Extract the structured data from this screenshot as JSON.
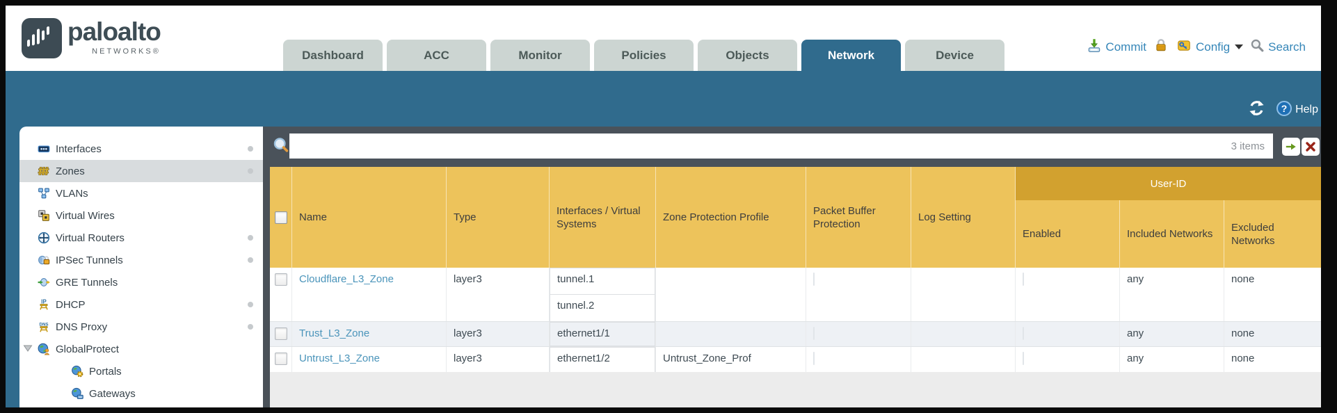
{
  "header": {
    "brand": "paloalto",
    "brand_sub": "NETWORKS®",
    "tabs": [
      {
        "label": "Dashboard",
        "active": false
      },
      {
        "label": "ACC",
        "active": false
      },
      {
        "label": "Monitor",
        "active": false
      },
      {
        "label": "Policies",
        "active": false
      },
      {
        "label": "Objects",
        "active": false
      },
      {
        "label": "Network",
        "active": true
      },
      {
        "label": "Device",
        "active": false
      }
    ],
    "actions": {
      "commit": "Commit",
      "config": "Config",
      "search": "Search"
    }
  },
  "band": {
    "help_label": "Help"
  },
  "filterbar": {
    "value": "",
    "items_count": "3 items"
  },
  "sidebar": {
    "items": [
      {
        "label": "Interfaces",
        "icon": "interfaces-icon",
        "dot": true,
        "selected": false
      },
      {
        "label": "Zones",
        "icon": "zones-icon",
        "dot": true,
        "selected": true
      },
      {
        "label": "VLANs",
        "icon": "vlans-icon",
        "dot": false,
        "selected": false
      },
      {
        "label": "Virtual Wires",
        "icon": "virtual-wires-icon",
        "dot": false,
        "selected": false
      },
      {
        "label": "Virtual Routers",
        "icon": "virtual-routers-icon",
        "dot": true,
        "selected": false
      },
      {
        "label": "IPSec Tunnels",
        "icon": "ipsec-tunnels-icon",
        "dot": true,
        "selected": false
      },
      {
        "label": "GRE Tunnels",
        "icon": "gre-tunnels-icon",
        "dot": false,
        "selected": false
      },
      {
        "label": "DHCP",
        "icon": "dhcp-icon",
        "dot": true,
        "selected": false
      },
      {
        "label": "DNS Proxy",
        "icon": "dns-proxy-icon",
        "dot": true,
        "selected": false
      },
      {
        "label": "GlobalProtect",
        "icon": "globalprotect-icon",
        "dot": false,
        "selected": false,
        "expanded": true
      },
      {
        "label": "Portals",
        "icon": "portals-icon",
        "dot": false,
        "selected": false,
        "child": true
      },
      {
        "label": "Gateways",
        "icon": "gateways-icon",
        "dot": false,
        "selected": false,
        "child": true
      }
    ]
  },
  "table": {
    "group_header": "User-ID",
    "columns": [
      "Name",
      "Type",
      "Interfaces / Virtual Systems",
      "Zone Protection Profile",
      "Packet Buffer Protection",
      "Log Setting",
      "Enabled",
      "Included Networks",
      "Excluded Networks"
    ],
    "rows": [
      {
        "selected": false,
        "name": "Cloudflare_L3_Zone",
        "type": "layer3",
        "interfaces": [
          "tunnel.1",
          "tunnel.2"
        ],
        "zone_protection_profile": "",
        "packet_buffer_protection": false,
        "log_setting": "",
        "user_id_enabled": false,
        "included_networks": "any",
        "excluded_networks": "none"
      },
      {
        "selected": false,
        "name": "Trust_L3_Zone",
        "type": "layer3",
        "interfaces": [
          "ethernet1/1"
        ],
        "zone_protection_profile": "",
        "packet_buffer_protection": false,
        "log_setting": "",
        "user_id_enabled": false,
        "included_networks": "any",
        "excluded_networks": "none"
      },
      {
        "selected": false,
        "name": "Untrust_L3_Zone",
        "type": "layer3",
        "interfaces": [
          "ethernet1/2"
        ],
        "zone_protection_profile": "Untrust_Zone_Prof",
        "packet_buffer_protection": false,
        "log_setting": "",
        "user_id_enabled": false,
        "included_networks": "any",
        "excluded_networks": "none"
      }
    ]
  },
  "colors": {
    "teal_band": "#306b8d",
    "gold_header": "#edc35b",
    "gold_group_header": "#d2a12f",
    "link_blue": "#3586b8",
    "zone_link": "#4a94ba",
    "filter_row_bg": "#4a525a",
    "inactive_tab_bg": "#ccd5d2",
    "striped_row": "#eef1f5"
  }
}
